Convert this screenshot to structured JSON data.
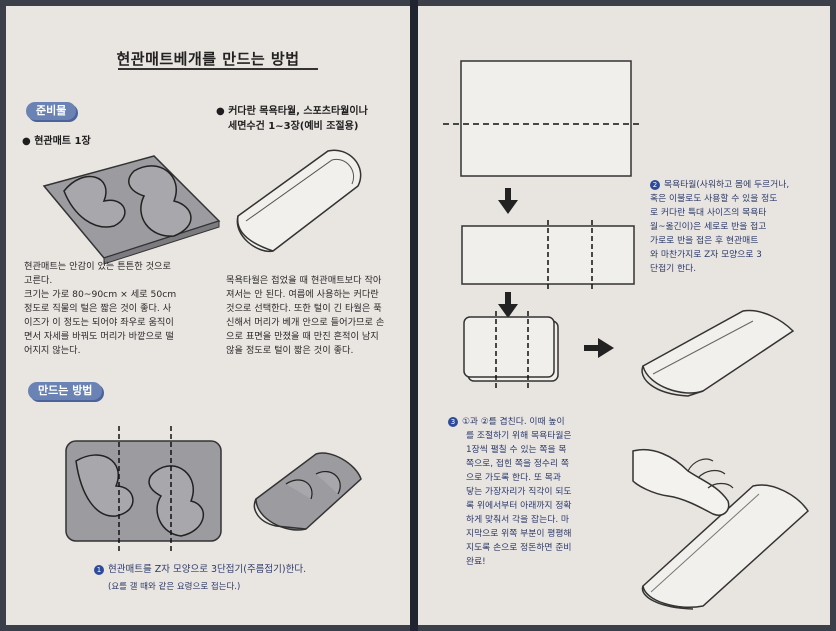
{
  "left": {
    "title": "현관매트베개를 만드는 방법",
    "prep_tag": "준비물",
    "item1": "● 현관매트 1장",
    "item2_line1": "● 커다란 목욕타월, 스포츠타월이나",
    "item2_line2": "세면수건 1~3장(예비 조절용)",
    "mat_desc": [
      "현관매트는 안감이 있는 튼튼한 것으로",
      "고른다.",
      "크기는 가로 80~90cm × 세로 50cm",
      "정도로 직물의 털은 짧은 것이 좋다. 사",
      "이즈가 이 정도는 되어야 좌우로 움직이",
      "면서 자세를 바꿔도 머리가 바깥으로 떨",
      "어지지 않는다."
    ],
    "towel_desc": [
      "목욕타월은 접었을 때 현관매트보다 작아",
      "져서는 안 된다. 여름에 사용하는 커다란",
      "것으로 선택한다. 또한 털이 긴 타월은 푹",
      "신해서 머리가 베개 안으로 들어가므로 손",
      "으로 표면을 만졌을 때 만진 흔적이 남지",
      "않을 정도로 털이 짧은 것이 좋다."
    ],
    "method_tag": "만드는 방법",
    "step1_num": "1",
    "step1": "현관매트를 Z자 모양으로 3단접기(주름접기)한다.",
    "step1_note": "(요를 갤 때와 같은 요령으로 접는다.)"
  },
  "right": {
    "step2_num": "2",
    "step2": [
      "목욕타월(사워하고 몸에 두르거나,",
      "혹은 이불로도 사용할 수 있을 정도",
      "로 커다란 특대 사이즈의 목욕타",
      "월~옮긴이)은 세로로 반을 접고",
      "가로로 반을 접은 후 현관매트",
      "와 마찬가지로 Z자 모양으로 3",
      "단접기 한다."
    ],
    "step3_num": "3",
    "step3": [
      "①과 ②를 겹친다. 이때 높이",
      "를 조절하기 위해 목욕타월은",
      "1장씩 펼칠 수 있는 쪽을 목",
      "쪽으로, 접힌 쪽을 정수리 쪽",
      "으로 가도록 한다. 또 목과",
      "닿는 가장자리가 직각이 되도",
      "록 위에서부터 아래까지 정확",
      "하게 맞춰서 각을 잡는다. 마",
      "지막으로 위쪽 부분이 평평해",
      "지도록 손으로 정돈하면 준비",
      "완료!"
    ]
  },
  "colors": {
    "tag_blue": "#6a83b4",
    "page": "#e9e5e1",
    "ink": "#2a2a2a"
  }
}
